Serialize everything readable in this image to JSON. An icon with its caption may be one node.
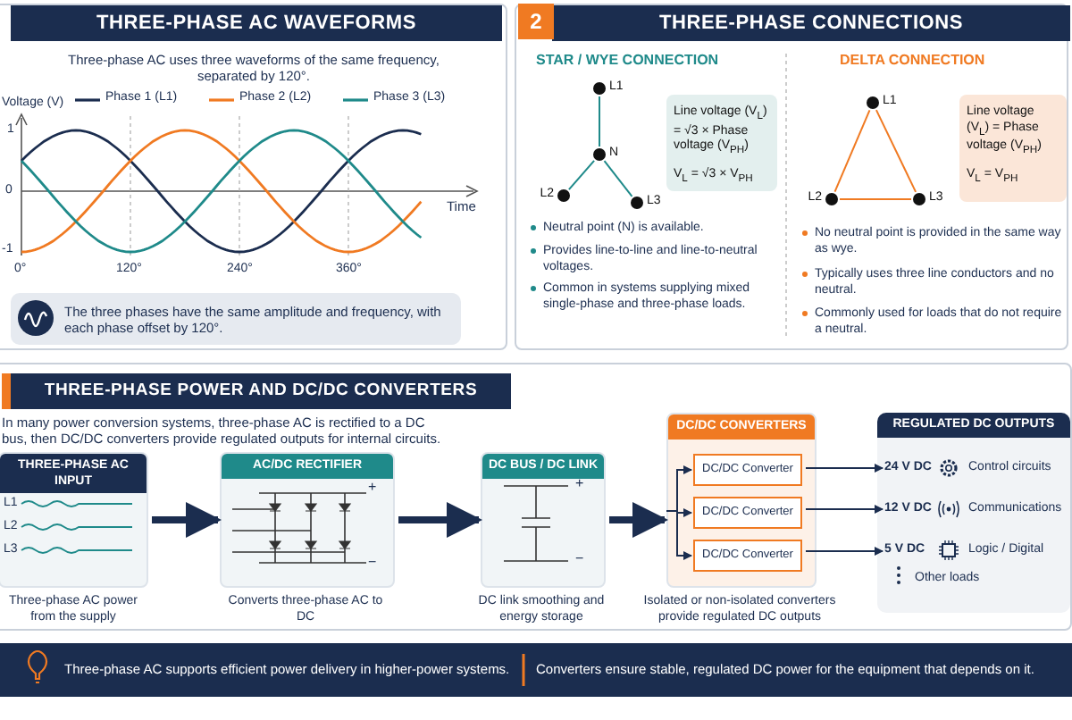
{
  "diagram": {
    "nodes": [
      {
        "text": [
          "THREE-PHASE AC WAVEFORMS",
          "Three-phase AC uses three waveforms of the same frequency, separated by 120°."
        ]
      },
      {
        "text": [
          "The three phases have the same amplitude and frequency, with each phase offset by 120°."
        ],
        "in": 0
      },
      {
        "text": [
          "THREE-PHASE CONNECTIONS"
        ]
      },
      {
        "text": [
          "L1"
        ],
        "in": 2
      },
      {
        "text": [
          "N"
        ],
        "in": 2
      },
      {
        "text": [
          "L2"
        ],
        "in": 2
      },
      {
        "text": [
          "L3"
        ],
        "in": 2
      },
      {
        "text": [
          "Line voltage (V$_{L}$) = √3 × Phase voltage (V$_{PH}$)",
          "V$_{L}$ = √3 × V$_{PH}$"
        ],
        "in": 2
      },
      {
        "text": [
          "L1"
        ],
        "in": 2
      },
      {
        "text": [
          "L2"
        ],
        "in": 2
      },
      {
        "text": [
          "L3"
        ],
        "in": 2
      },
      {
        "text": [
          "Line voltage (V$_{L}$) = Phase voltage (V$_{PH}$)",
          "V$_{L}$ = V$_{PH}$"
        ],
        "in": 2
      },
      {
        "text": [
          "THREE-PHASE POWER AND DC/DC CONVERTERS",
          "In many power conversion systems, three-phase AC is rectified to a DC bus, then DC/DC converters provide regulated outputs for internal circuits."
        ]
      },
      {
        "text": [
          "THREE-PHASE AC INPUT"
        ],
        "in": 12,
        "beside": [
          "Three-phase AC power from the supply"
        ]
      },
      {
        "text": [
          "AC/DC RECTIFIER"
        ],
        "in": 12,
        "beside": [
          "Converts three-phase AC to DC"
        ]
      },
      {
        "text": [
          "DC BUS / DC LINK"
        ],
        "in": 12,
        "beside": [
          "DC link smoothing and energy storage"
        ]
      },
      {
        "text": [
          "DC/DC CONVERTERS"
        ],
        "in": 12,
        "beside": [
          "Isolated or non-isolated converters provide regulated DC outputs"
        ]
      },
      {
        "text": [
          "DC/DC Converter"
        ],
        "in": 16
      },
      {
        "text": [
          "DC/DC Converter"
        ],
        "in": 16
      },
      {
        "text": [
          "DC/DC Converter"
        ],
        "in": 16
      },
      {
        "text": [
          "REGULATED DC OUTPUTS"
        ],
        "in": 12
      },
      {
        "text": [
          "24 V DC",
          "Control circuits"
        ],
        "in": 20
      },
      {
        "text": [
          "12 V DC",
          "Communications"
        ],
        "in": 20
      },
      {
        "text": [
          "5 V DC",
          "Logic / Digital"
        ],
        "in": 20
      }
    ],
    "edges": [
      {
        "from": 4,
        "to": 3,
        "arrow": "none",
        "color": "#1f8a8a"
      },
      {
        "from": 4,
        "to": 5,
        "arrow": "none",
        "color": "#1f8a8a"
      },
      {
        "from": 4,
        "to": 6,
        "arrow": "none",
        "color": "#1f8a8a"
      },
      {
        "from": 8,
        "to": 9,
        "arrow": "none",
        "color": "#f07a22"
      },
      {
        "from": 9,
        "to": 10,
        "arrow": "none",
        "color": "#f07a22"
      },
      {
        "from": 10,
        "to": 8,
        "arrow": "none",
        "color": "#f07a22"
      },
      {
        "from": 13,
        "to": 14,
        "arrow": "to",
        "style": "thick"
      },
      {
        "from": 14,
        "to": 15,
        "arrow": "to",
        "style": "thick"
      },
      {
        "from": 15,
        "to": 16,
        "arrow": "to",
        "style": "thick"
      },
      {
        "from": null,
        "to": 17,
        "arrow": "to"
      },
      {
        "from": null,
        "to": 18,
        "arrow": "to"
      },
      {
        "from": null,
        "to": 19,
        "arrow": "to"
      },
      {
        "from": 17,
        "to": 21,
        "arrow": "to"
      },
      {
        "from": 18,
        "to": 22,
        "arrow": "to"
      },
      {
        "from": 19,
        "to": 23,
        "arrow": "to"
      }
    ],
    "labels": [
      "2",
      "Voltage (V)",
      "1",
      "0",
      "-1",
      "Time",
      "0°",
      "120°",
      "240°",
      "360°",
      "STAR / WYE CONNECTION",
      "Neutral point (N) is available.",
      "Provides line-to-line and line-to-neutral voltages.",
      "Common in systems supplying mixed single-phase and three-phase loads.",
      "DELTA CONNECTION",
      "No neutral point is provided in the same way as wye.",
      "Typically uses three line conductors and no neutral.",
      "Commonly used for loads that do not require a neutral.",
      "L1",
      "L2",
      "L3",
      "+",
      "−",
      "+",
      "−",
      "Other loads",
      "Three-phase AC supports efficient power delivery in higher-power systems.",
      "Converters ensure stable, regulated DC power for the equipment that depends on it."
    ],
    "legend": [
      {
        "text": "Phase 1 (L1)"
      },
      {
        "text": "Phase 2 (L2)"
      },
      {
        "text": "Phase 3 (L3)"
      }
    ]
  }
}
